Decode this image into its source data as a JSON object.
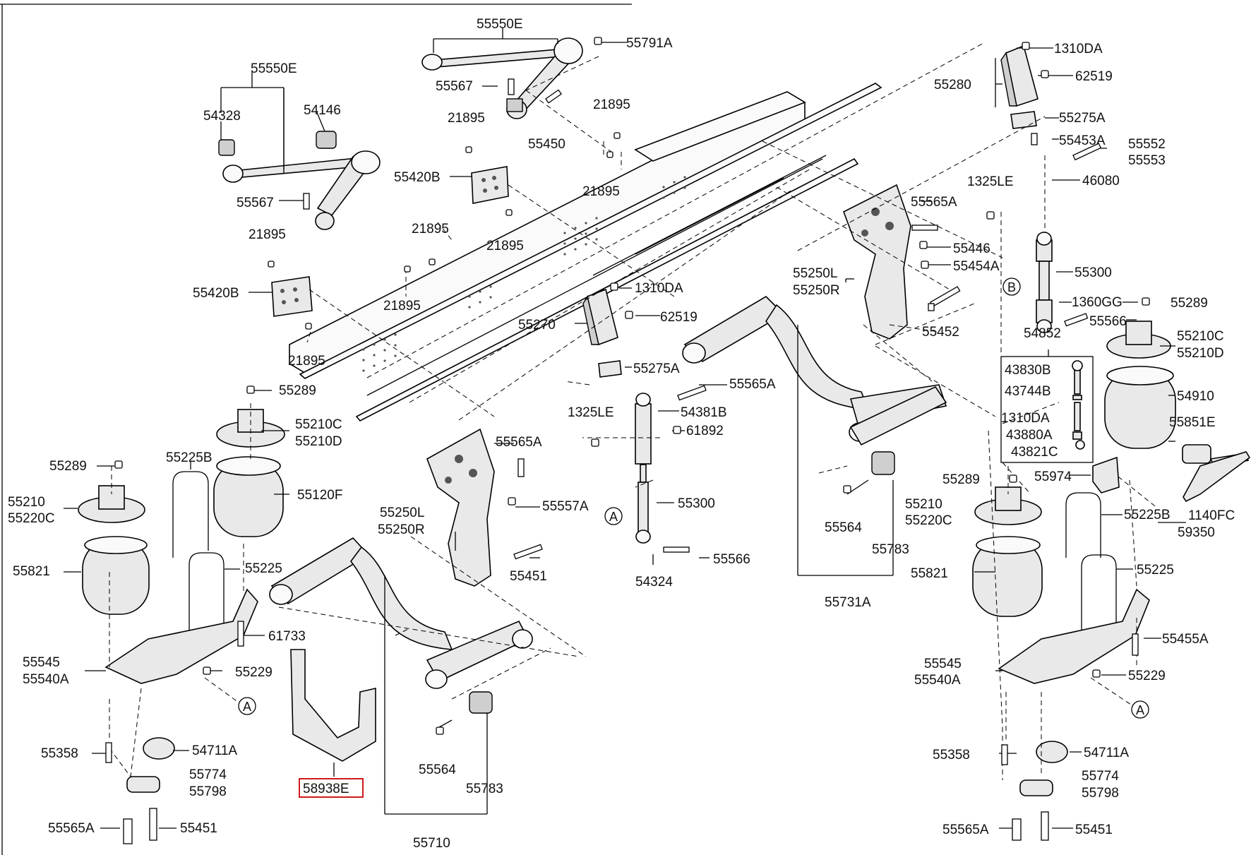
{
  "labels": {
    "p55550E_top": "55550E",
    "p55791A": "55791A",
    "p55567_top": "55567",
    "p21895_a": "21895",
    "p55450": "55450",
    "p21895_b": "21895",
    "p55420B_top": "55420B",
    "p21895_c": "21895",
    "p55550E_left": "55550E",
    "p54328": "54328",
    "p54146": "54146",
    "p55567_left": "55567",
    "p21895_d": "21895",
    "p55420B_left": "55420B",
    "p21895_e": "21895",
    "p21895_f": "21895",
    "p21895_g": "21895",
    "p21895_h": "21895",
    "p1310DA_top": "1310DA",
    "p62519_top": "62519",
    "p55280": "55280",
    "p55275A_top": "55275A",
    "p55453A": "55453A",
    "p55552": "55552",
    "p55553": "55553",
    "p1325LE_right": "1325LE",
    "p46080": "46080",
    "p55565A_r1": "55565A",
    "p55446": "55446",
    "p55454A": "55454A",
    "p55250L_right": "55250L",
    "p55250R_right": "55250R",
    "p55300_right": "55300",
    "p1360GG": "1360GG",
    "p55289_right": "55289",
    "p55566_right": "55566",
    "p55452": "55452",
    "p1310DA_mid": "1310DA",
    "p62519_mid": "62519",
    "p55270": "55270",
    "p55275A_mid": "55275A",
    "p55565A_mid": "55565A",
    "p1325LE_mid": "1325LE",
    "p54381B": "54381B",
    "p61892": "61892",
    "p55300_mid": "55300",
    "p55566_mid": "55566",
    "p54324": "54324",
    "p54852": "54852",
    "p43830B": "43830B",
    "p43744B": "43744B",
    "p1310DA_box": "1310DA",
    "p43880A": "43880A",
    "p43821C": "43821C",
    "p55210C_right": "55210C",
    "p55210D_right": "55210D",
    "p54910": "54910",
    "p55851E": "55851E",
    "p55974": "55974",
    "p55289_r2": "55289",
    "p55210_right": "55210",
    "p55220C_right": "55220C",
    "p55225B_right": "55225B",
    "p1140FC": "1140FC",
    "p59350": "59350",
    "p55225_right": "55225",
    "p55821_right": "55821",
    "p55455A": "55455A",
    "p55545_right": "55545",
    "p55540A_right": "55540A",
    "p55229_right": "55229",
    "p55358_right": "55358",
    "p54711A_right": "54711A",
    "p55774_right": "55774",
    "p55798_right": "55798",
    "p55565A_right_bot": "55565A",
    "p55451_right_bot": "55451",
    "p55564_right": "55564",
    "p55783_right": "55783",
    "p55731A": "55731A",
    "p55289_left": "55289",
    "p55210C_left": "55210C",
    "p55210D_left": "55210D",
    "p55289_l2": "55289",
    "p55225B_left": "55225B",
    "p55210_left": "55210",
    "p55220C_left": "55220C",
    "p55120F": "55120F",
    "p55821_left": "55821",
    "p55225_left": "55225",
    "p61733": "61733",
    "p55545_left": "55545",
    "p55540A_left": "55540A",
    "p55229_left": "55229",
    "p55358_left": "55358",
    "p54711A_left": "54711A",
    "p55774_left": "55774",
    "p55798_left": "55798",
    "p55565A_left_bot": "55565A",
    "p55451_left_bot": "55451",
    "p55565A_l2": "55565A",
    "p55250L_left": "55250L",
    "p55250R_left": "55250R",
    "p55557A": "55557A",
    "p55451_mid": "55451",
    "p58938E": "58938E",
    "p55564_left": "55564",
    "p55783_left": "55783",
    "p55710": "55710"
  },
  "markers": {
    "A1": "A",
    "A2": "A",
    "A3": "A",
    "B1": "B"
  },
  "highlight_color": "#cc0000"
}
